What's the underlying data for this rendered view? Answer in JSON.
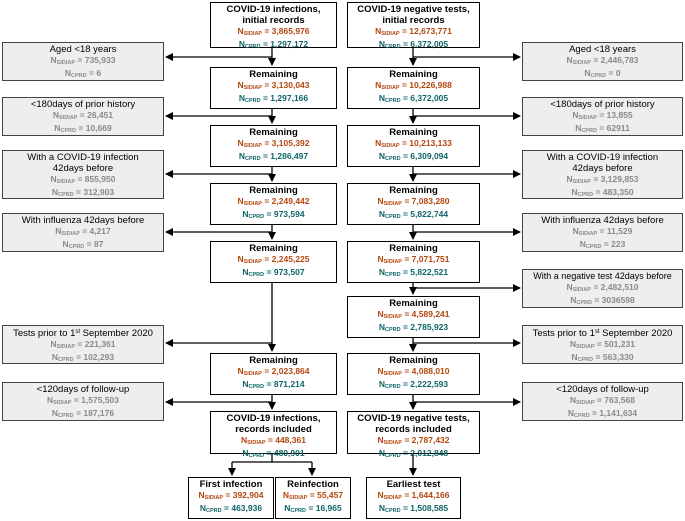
{
  "labels": {
    "sidiap": "SIDIAP",
    "cprd": "CPRD",
    "n": "N"
  },
  "left": {
    "initial": {
      "title_line1": "COVID-19 infections,",
      "title_line2": "initial records",
      "sidiap": "= 3,865,976",
      "cprd": "= 1,297,172"
    },
    "remaining": [
      {
        "title": "Remaining",
        "sidiap": "= 3,130,043",
        "cprd": "= 1,297,166"
      },
      {
        "title": "Remaining",
        "sidiap": "= 3,105,392",
        "cprd": "= 1,286,497"
      },
      {
        "title": "Remaining",
        "sidiap": "= 2,249,442",
        "cprd": "= 973,594"
      },
      {
        "title": "Remaining",
        "sidiap": "= 2,245,225",
        "cprd": "= 973,507"
      },
      {
        "title": "Remaining",
        "sidiap": "= 2,023,864",
        "cprd": "= 871,214"
      }
    ],
    "included": {
      "title_line1": "COVID-19 infections,",
      "title_line2": "records included",
      "sidiap": "= 448,361",
      "cprd": "= 480,901"
    },
    "first": {
      "title": "First infection",
      "sidiap": "= 392,904",
      "cprd": "= 463,936"
    },
    "reinfection": {
      "title": "Reinfection",
      "sidiap": "= 55,457",
      "cprd": "= 16,965"
    },
    "exclusions": [
      {
        "title_line1": "Aged <18 years",
        "sidiap": "= 735,933",
        "cprd": "= 6"
      },
      {
        "title_line1": "<180days of prior history",
        "sidiap": "= 26,451",
        "cprd": "= 10,669"
      },
      {
        "title_line1": "With a COVID-19 infection",
        "title_line2": "42days before",
        "sidiap": "= 855,950",
        "cprd": "= 312,903"
      },
      {
        "title_line1": "With influenza 42days before",
        "sidiap": "= 4,217",
        "cprd": "= 87"
      },
      {
        "title_pre": "Tests prior to 1",
        "title_sup": "st",
        "title_post": " September 2020",
        "sidiap": "= 221,361",
        "cprd": "= 102,293"
      },
      {
        "title_line1": "<120days of follow-up",
        "sidiap": "= 1,575,503",
        "cprd": "= 187,176"
      }
    ]
  },
  "right": {
    "initial": {
      "title_line1": "COVID-19 negative tests,",
      "title_line2": "initial records",
      "sidiap": "= 12,673,771",
      "cprd": "= 6,372,005"
    },
    "remaining": [
      {
        "title": "Remaining",
        "sidiap": "= 10,226,988",
        "cprd": "= 6,372,005"
      },
      {
        "title": "Remaining",
        "sidiap": "= 10,213,133",
        "cprd": "= 6,309,094"
      },
      {
        "title": "Remaining",
        "sidiap": "= 7,083,280",
        "cprd": "= 5,822,744"
      },
      {
        "title": "Remaining",
        "sidiap": "= 7,071,751",
        "cprd": "= 5,822,521"
      },
      {
        "title": "Remaining",
        "sidiap": "= 4,589,241",
        "cprd": "= 2,785,923"
      },
      {
        "title": "Remaining",
        "sidiap": "= 4,088,010",
        "cprd": "= 2,222,593"
      }
    ],
    "included": {
      "title_line1": "COVID-19 negative tests,",
      "title_line2": "records included",
      "sidiap": "= 2,787,432",
      "cprd": "= 2,012,848"
    },
    "earliest": {
      "title": "Earliest test",
      "sidiap": "= 1,644,166",
      "cprd": "= 1,508,585"
    },
    "exclusions": [
      {
        "title_line1": "Aged <18 years",
        "sidiap": "= 2,446,783",
        "cprd": "= 0"
      },
      {
        "title_line1": "<180days of prior history",
        "sidiap": "= 13,855",
        "cprd": "= 62911"
      },
      {
        "title_line1": "With a COVID-19 infection",
        "title_line2": "42days before",
        "sidiap": "= 3,129,853",
        "cprd": "= 483,350"
      },
      {
        "title_line1": "With influenza 42days before",
        "sidiap": "= 11,529",
        "cprd": "= 223"
      },
      {
        "title_line1": "With a negative test 42days before",
        "sidiap": "= 2,482,510",
        "cprd": "= 3036598"
      },
      {
        "title_pre": "Tests prior to 1",
        "title_sup": "st",
        "title_post": " September 2020",
        "sidiap": "= 501,231",
        "cprd": "= 563,330"
      },
      {
        "title_line1": "<120days of follow-up",
        "sidiap": "= 763,568",
        "cprd": "= 1,141,634"
      }
    ]
  }
}
